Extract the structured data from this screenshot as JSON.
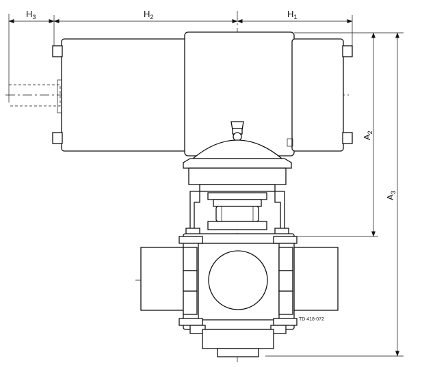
{
  "dimensions": {
    "h3": {
      "letter": "H",
      "subscript": "3"
    },
    "h2": {
      "letter": "H",
      "subscript": "2"
    },
    "h1": {
      "letter": "H",
      "subscript": "1"
    },
    "a2": {
      "letter": "A",
      "subscript": "2"
    },
    "a3": {
      "letter": "A",
      "subscript": "3"
    }
  },
  "drawing_reference": "TD 418-072",
  "colors": {
    "line": "#111111",
    "background": "#ffffff"
  }
}
